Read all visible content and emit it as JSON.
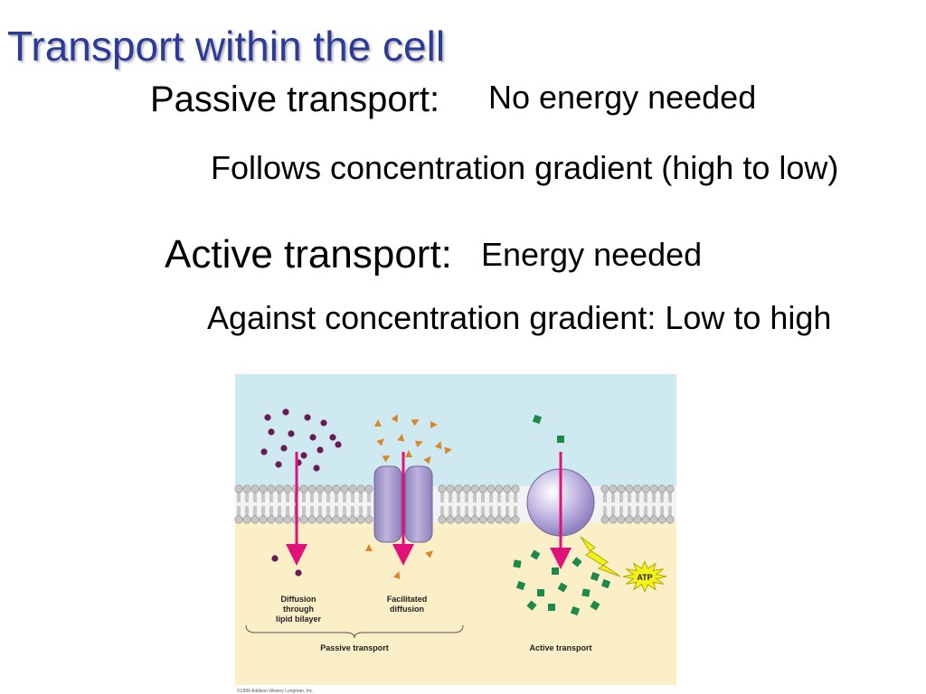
{
  "slide": {
    "title": "Transport within the cell",
    "passive": {
      "heading": "Passive transport:",
      "point1": "No energy needed",
      "point2": "Follows concentration gradient (high to low)"
    },
    "active": {
      "heading": "Active transport:",
      "point1": "Energy needed",
      "point2": "Against concentration gradient: Low to high"
    }
  },
  "figure": {
    "labels": {
      "diffusion_line1": "Diffusion",
      "diffusion_line2": "through",
      "diffusion_line3": "lipid bilayer",
      "facilitated_line1": "Facilitated",
      "facilitated_line2": "diffusion",
      "atp": "ATP",
      "passive_group": "Passive transport",
      "active_group": "Active transport",
      "credit": "©1999 Addison Wesley Longman, Inc."
    },
    "colors": {
      "outside": "#cfe9f1",
      "inside": "#fbefc8",
      "lipid_head": "#c6c6c6",
      "lipid_tail": "#9a9a9a",
      "channel": "#a79cc9",
      "pump": "#b4a8d6",
      "arrow": "#e0127a",
      "solute_dot": "#6a1b55",
      "solute_triangle": "#d9862a",
      "solute_square": "#1e8a4a",
      "atp_burst": "#f3f21a"
    }
  }
}
